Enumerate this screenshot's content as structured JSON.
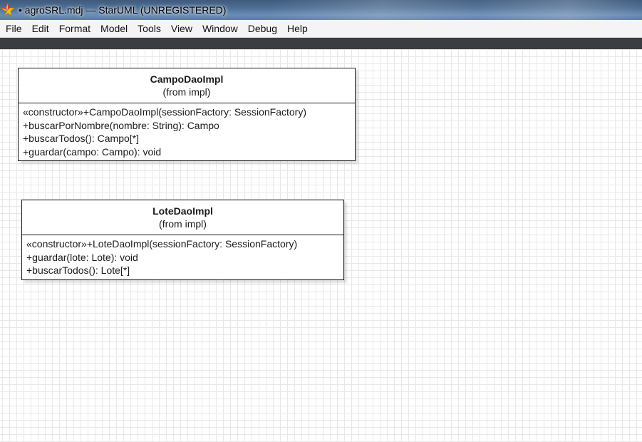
{
  "window": {
    "title": "• agroSRL.mdj — StarUML (UNREGISTERED)",
    "icon": "staruml-star-icon"
  },
  "menubar": {
    "items": [
      "File",
      "Edit",
      "Format",
      "Model",
      "Tools",
      "View",
      "Window",
      "Debug",
      "Help"
    ]
  },
  "diagram": {
    "classes": [
      {
        "name": "CampoDaoImpl",
        "from": "(from impl)",
        "operations": [
          "«constructor»+CampoDaoImpl(sessionFactory: SessionFactory)",
          "+buscarPorNombre(nombre: String): Campo",
          "+buscarTodos(): Campo[*]",
          "+guardar(campo: Campo): void"
        ]
      },
      {
        "name": "LoteDaoImpl",
        "from": "(from impl)",
        "operations": [
          "«constructor»+LoteDaoImpl(sessionFactory: SessionFactory)",
          "+guardar(lote: Lote): void",
          "+buscarTodos(): Lote[*]"
        ]
      }
    ]
  },
  "colors": {
    "titlebar": "#4e6f96",
    "menubar": "#f4f4f4",
    "toolbar_strip": "#3a3d42",
    "grid_line": "#e8e8e8",
    "star_icon_fill": "#e8c020",
    "star_icon_accent": "#d8342c"
  }
}
